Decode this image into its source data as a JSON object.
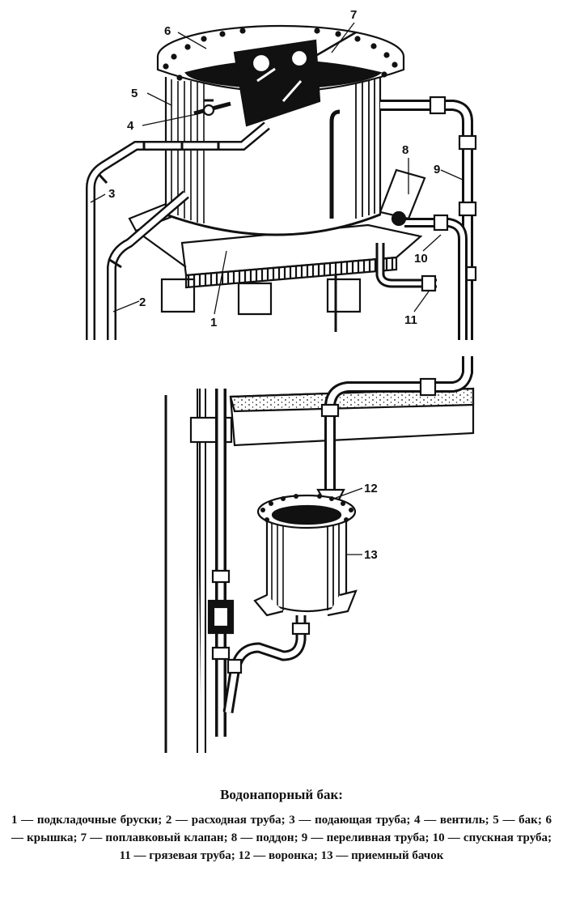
{
  "labels": [
    "1",
    "2",
    "3",
    "4",
    "5",
    "6",
    "7",
    "8",
    "9",
    "10",
    "11",
    "12",
    "13"
  ],
  "caption": {
    "title": "Водонапорный бак:",
    "text": "1 — подкладочные бруски; 2 — расходная труба; 3 — подающая труба; 4 — вентиль; 5 — бак; 6 — крышка; 7 — поплавковый клапан; 8 — поддон; 9 — переливная труба; 10 — спускная труба; 11 — грязевая труба; 12 — воронка; 13 — приемный бачок"
  }
}
